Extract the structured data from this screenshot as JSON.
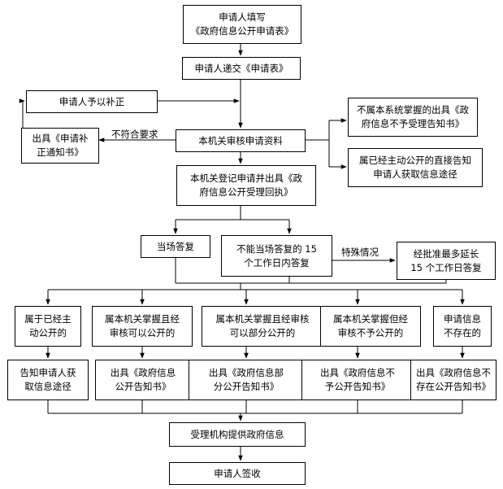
{
  "flow": {
    "apply_fill": "申请人填写\n《政府信息公开申请表》",
    "submit": "申请人递交《申请表》",
    "supplement": "申请人予以补正",
    "correction_notice": "出具《申请补\n正通知书》",
    "review": "本机关审核申请资料",
    "not_held": "不属本系统掌握的出具《政\n府信息不予受理告知书》",
    "already_public": "属已经主动公开的直接告知\n申请人获取信息途径",
    "register": "本机关登记申请并出具《政\n府信息公开受理回执》",
    "reply_now": "当场答复",
    "reply_15": "不能当场答复的 15\n个工作日内答复",
    "extend": "经批准最多延长\n15 个工作日答复",
    "case_public": "属于已经主\n动公开的",
    "case_can_disclose": "属本机关掌握且经\n审核可以公开的",
    "case_partial": "属本机关掌握且经审核\n可以部分公开的",
    "case_no_disclose": "属本机关掌握但经\n审核不予公开的",
    "case_not_exist": "申请信息\n不存在的",
    "out_inform": "告知申请人获\n取信息途径",
    "out_public_notice": "出具《政府信息\n公开告知书》",
    "out_partial_notice": "出具《政府信息部\n分公开告知书》",
    "out_no_disclose_notice": "出具《政府信息不\n予公开告知书》",
    "out_not_exist_notice": "出具《政府信息不\n存在公开告知书》",
    "provide": "受理机构提供政府信息",
    "sign": "申请人签收"
  },
  "labels": {
    "not_meet": "不符合要求",
    "special": "特殊情况"
  }
}
